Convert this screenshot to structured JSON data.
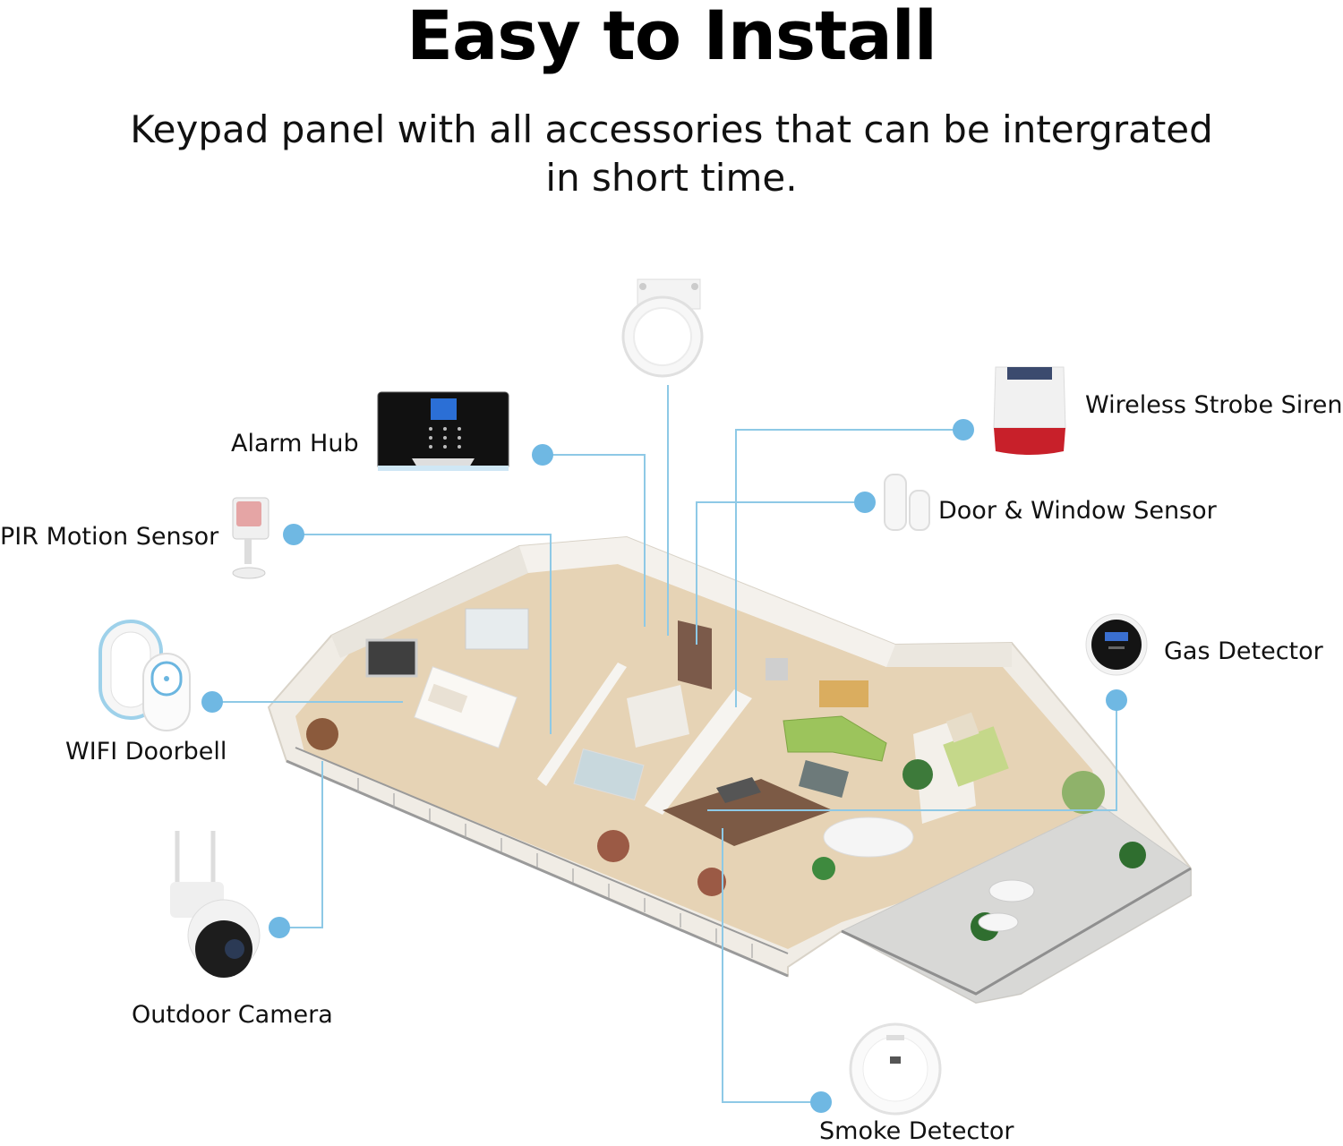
{
  "header": {
    "title": "Easy to Install",
    "subtitle_line1": "Keypad panel with all accessories that can be intergrated",
    "subtitle_line2": "in short time."
  },
  "devices": {
    "alarm_hub": "Alarm Hub",
    "pir_motion_sensor": "PIR Motion Sensor",
    "wifi_doorbell": "WIFI Doorbell",
    "outdoor_camera": "Outdoor Camera",
    "wireless_strobe_siren": "Wireless Strobe Siren",
    "door_window_sensor": "Door & Window Sensor",
    "gas_detector": "Gas Detector",
    "smoke_detector": "Smoke Detector"
  },
  "colors": {
    "connector_line": "#8ec9e6",
    "connector_dot": "#6fb8e3",
    "floor": "#e8d6bc",
    "wall": "#f2efe9",
    "siren_red": "#c8202a"
  }
}
